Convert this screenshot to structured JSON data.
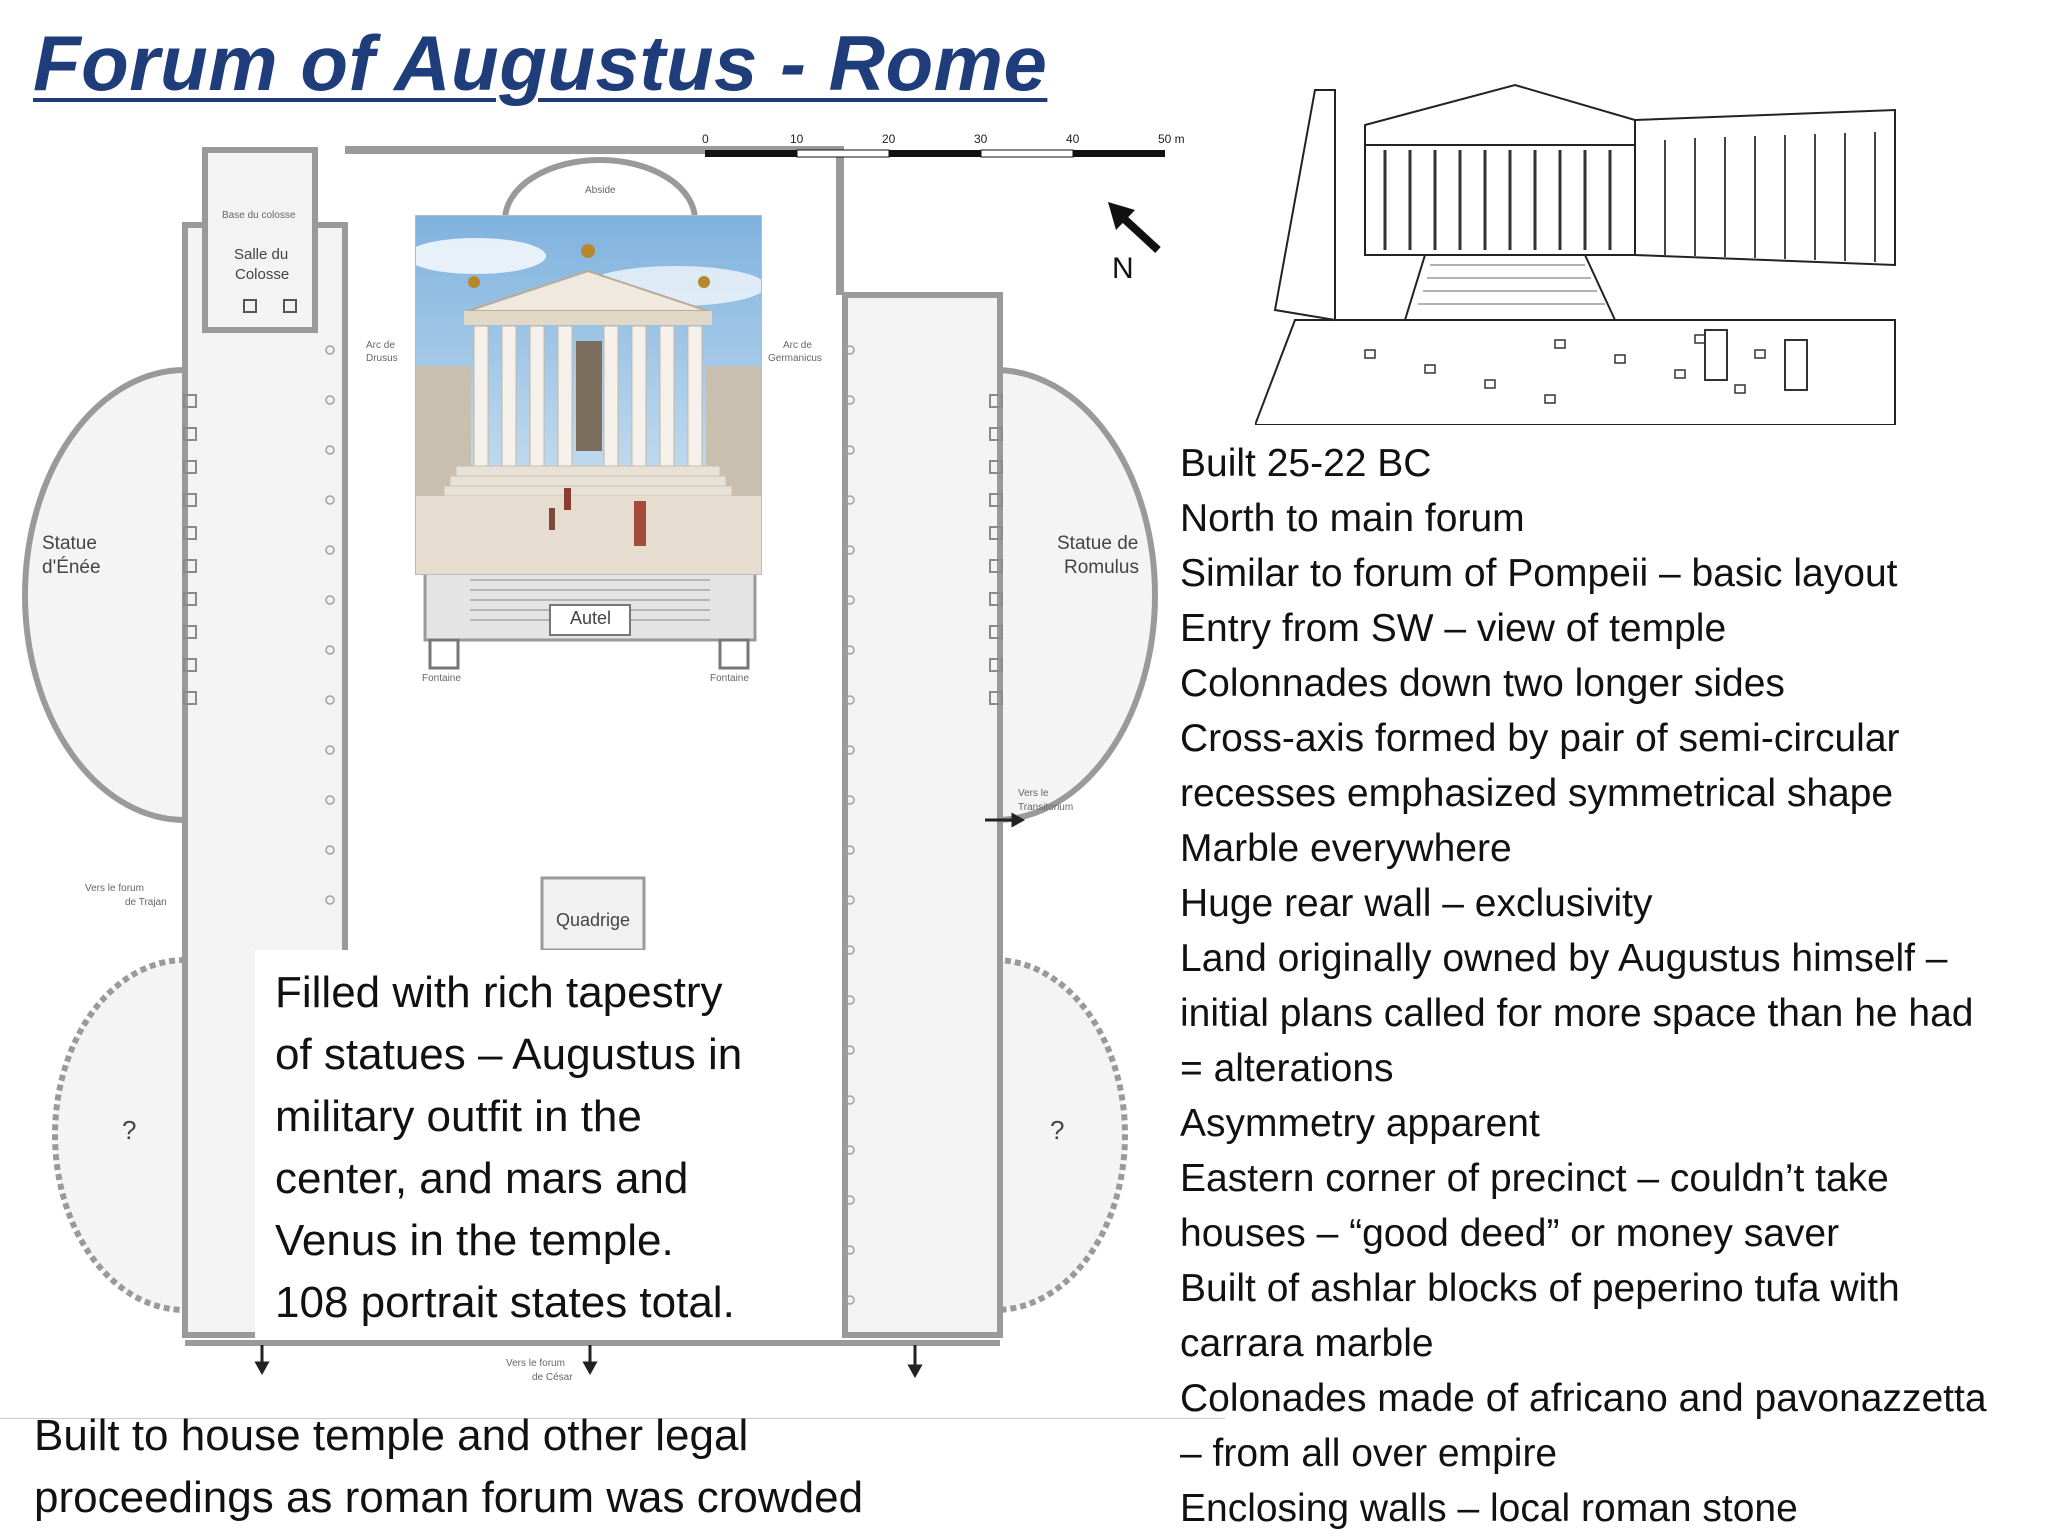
{
  "slide": {
    "title": "Forum of Augustus - Rome",
    "notes": [
      "Built 25-22 BC",
      "North to main forum",
      "Similar to forum of Pompeii – basic layout",
      "Entry from SW – view of temple",
      "Colonnades down two longer sides",
      "Cross-axis formed by pair of semi-circular",
      "recesses emphasized symmetrical shape",
      "Marble everywhere",
      "Huge rear wall – exclusivity",
      "Land originally owned by Augustus himself –",
      "initial plans called for more space than he had",
      "= alterations",
      "Asymmetry apparent",
      "Eastern corner of precinct – couldn’t take",
      "houses – “good deed” or money saver",
      "Built of ashlar blocks of peperino tufa with",
      "carrara marble",
      "Colonades made of africano and pavonazzetta",
      "– from all over empire",
      "Enclosing walls – local roman stone"
    ],
    "statue_text": [
      "Filled with rich tapestry",
      "of statues – Augustus in",
      "military outfit in the",
      "center, and mars and",
      "Venus in the temple.",
      " 108 portrait states total."
    ],
    "bottom_text": [
      "Built to house temple and other legal",
      "proceedings as roman forum was crowded"
    ]
  },
  "plan": {
    "scale_ticks": [
      "0",
      "10",
      "20",
      "30",
      "40",
      "50 m"
    ],
    "north": "N",
    "labels": {
      "base_colosse": "Base du colosse",
      "salle_line1": "Salle du",
      "salle_line2": "Colosse",
      "abside": "Abside",
      "statue_enee_1": "Statue",
      "statue_enee_2": "d'Énée",
      "statue_romulus_1": "Statue de",
      "statue_romulus_2": "Romulus",
      "arc_drusus_1": "Arc de",
      "arc_drusus_2": "Drusus",
      "arc_germanicus_1": "Arc de",
      "arc_germanicus_2": "Germanicus",
      "autel": "Autel",
      "fontaine_left": "Fontaine",
      "fontaine_right": "Fontaine",
      "quadrige": "Quadrige",
      "vers_trajan_1": "Vers le forum",
      "vers_trajan_2": "de Trajan",
      "vers_transitorium_1": "Vers le",
      "vers_transitorium_2": "Transitorium",
      "vers_cesar_1": "Vers le forum",
      "vers_cesar_2": "de César",
      "question_left": "?",
      "question_right": "?"
    }
  },
  "colors": {
    "title": "#1f3d7a",
    "plan_wall": "#9a9a9a",
    "plan_fill": "#ececec",
    "sky": "#9cc6e8",
    "marble": "#efe9df"
  }
}
